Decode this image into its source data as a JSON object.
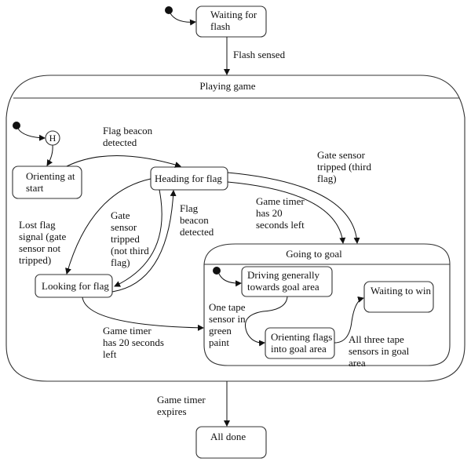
{
  "diagram": {
    "type": "UML state machine",
    "states": {
      "waiting_for_flash": "Waiting for\nflash",
      "playing_game": "Playing game",
      "orienting_at_start": "Orienting at\nstart",
      "history": "H",
      "heading_for_flag": "Heading for flag",
      "looking_for_flag": "Looking for flag",
      "going_to_goal": "Going to goal",
      "driving_towards_goal": "Driving generally\ntowards goal area",
      "orienting_flags": "Orienting flags\ninto goal area",
      "waiting_to_win": "Waiting to win",
      "all_done": "All done"
    },
    "transitions": {
      "flash_sensed": "Flash sensed",
      "flag_beacon_detected_1": "Flag beacon\ndetected",
      "gate_sensor_third": "Gate sensor\ntripped (third\nflag)",
      "game_timer_20_a": "Game timer\nhas 20\nseconds left",
      "lost_flag_signal": "Lost flag\nsignal (gate\nsensor not\ntripped)",
      "gate_sensor_not_third": "Gate\nsensor\ntripped\n(not third\nflag)",
      "flag_beacon_detected_2": "Flag\nbeacon\ndetected",
      "game_timer_20_b": "Game timer\nhas 20 seconds\nleft",
      "one_tape_sensor": "One tape\nsensor in\ngreen\npaint",
      "all_three_tape": "All three tape\nsensors in goal\narea",
      "game_timer_expires": "Game timer\nexpires"
    }
  }
}
